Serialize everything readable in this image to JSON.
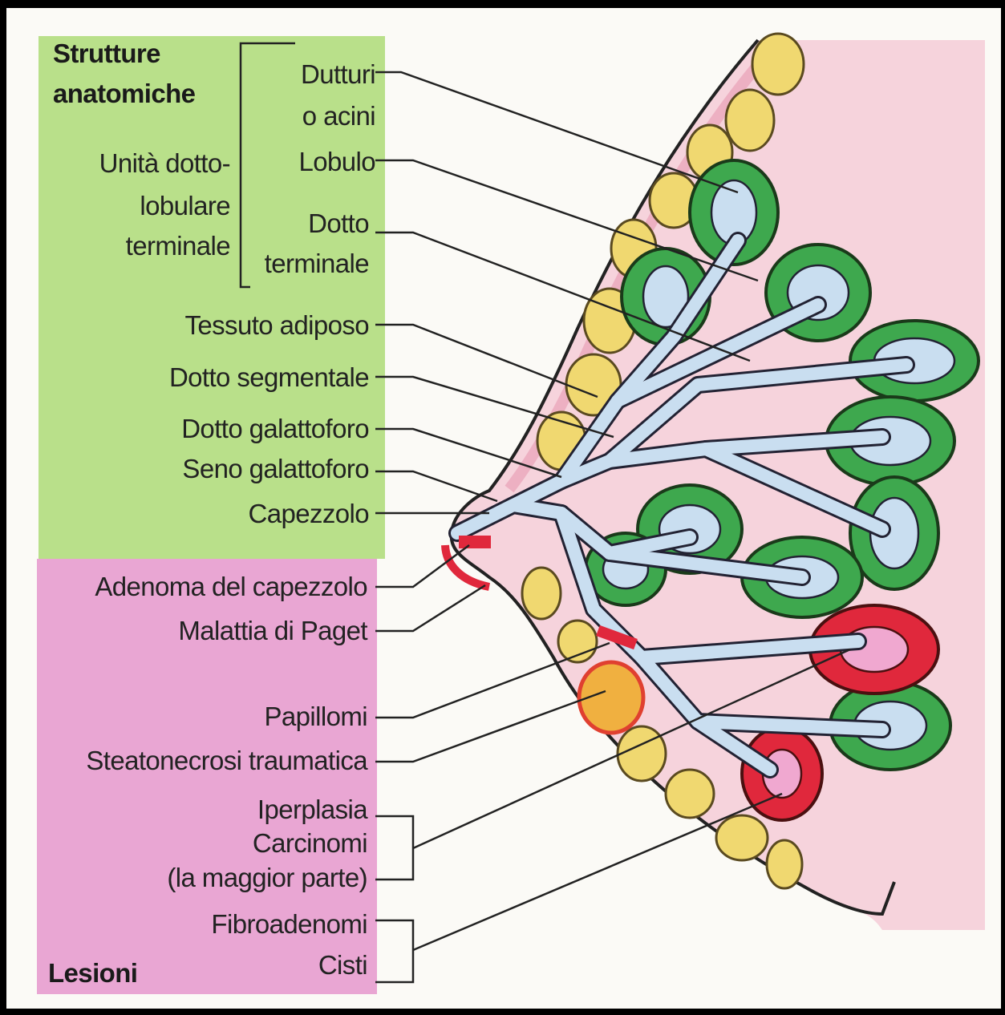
{
  "anatomy": {
    "heading_line1": "Strutture",
    "heading_line2": "anatomiche",
    "tdlu_line1": "Unità dotto-",
    "tdlu_line2": "lobulare",
    "tdlu_line3": "terminale",
    "ductules_line1": "Dutturi",
    "ductules_line2": "o acini",
    "lobule": "Lobulo",
    "terminal_duct_line1": "Dotto",
    "terminal_duct_line2": "terminale",
    "adipose": "Tessuto adiposo",
    "segmental_duct": "Dotto segmentale",
    "lactiferous_duct": "Dotto galattoforo",
    "lactiferous_sinus": "Seno galattoforo",
    "nipple": "Capezzolo"
  },
  "lesions": {
    "heading": "Lesioni",
    "nipple_adenoma": "Adenoma del capezzolo",
    "paget": "Malattia di Paget",
    "papillomas": "Papillomi",
    "fat_necrosis": "Steatonecrosi traumatica",
    "hyperplasia": "Iperplasia",
    "carcinomas": "Carcinomi",
    "most": "(la maggior parte)",
    "fibroadenomas": "Fibroadenomi",
    "cysts": "Cisti"
  },
  "colors": {
    "anatomy_panel": "#b9e08a",
    "lesion_panel": "#e9a6d3",
    "breast_tissue": "#f6d3dc",
    "duct": "#c9def0",
    "lobule": "#3ea84e",
    "fat": "#f0d870",
    "lesion": "#e0283c"
  }
}
